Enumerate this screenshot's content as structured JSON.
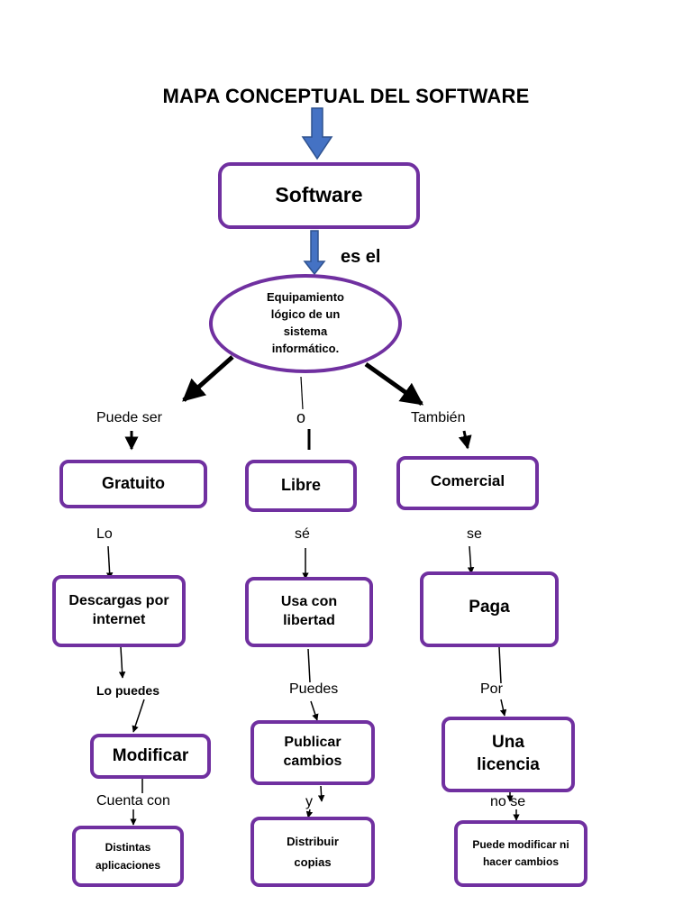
{
  "title": "MAPA CONCEPTUAL DEL SOFTWARE",
  "colors": {
    "border": "#7030a0",
    "arrow_blue": "#4472c4",
    "arrow_blue_edge": "#2f528f"
  },
  "nodes": {
    "software": "Software",
    "definition": "Equipamiento lógico de un sistema informático.",
    "gratuito": "Gratuito",
    "libre": "Libre",
    "comercial": "Comercial",
    "descargas": "Descargas por internet",
    "usa_con_libertad": "Usa con libertad",
    "paga": "Paga",
    "modificar": "Modificar",
    "publicar_cambios": "Publicar cambios",
    "una_licencia": "Una licencia",
    "distintas_aplicaciones": "Distintas aplicaciones",
    "distribuir_copias": "Distribuir copias",
    "puede_modificar": "Puede modificar ni hacer cambios"
  },
  "connectors": {
    "es_el": "es el",
    "puede_ser": "Puede ser",
    "o": "o",
    "tambien": "También",
    "lo": "Lo",
    "se_libre": "sé",
    "se_comercial": "se",
    "lo_puedes": "Lo puedes",
    "puedes": "Puedes",
    "por": "Por",
    "cuenta_con": "Cuenta con",
    "y": "y",
    "no_se": "no se"
  }
}
